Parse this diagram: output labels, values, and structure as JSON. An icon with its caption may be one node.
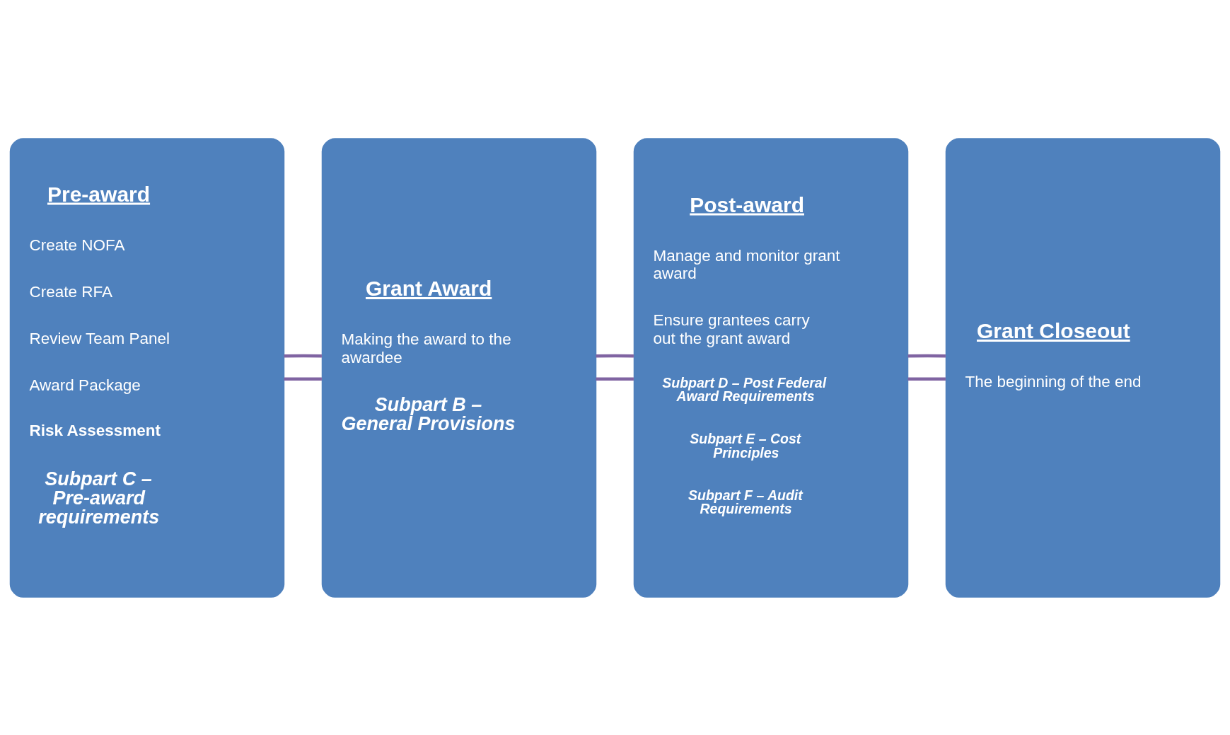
{
  "diagram": {
    "nodes": [
      {
        "text": [
          "Pre-award",
          "Create NOFA",
          "Create RFA",
          "Review Team Panel",
          "Award Package",
          "Risk Assessment",
          "Subpart C – Pre-award requirements"
        ]
      },
      {
        "text": [
          "Grant Award",
          "Making the award to the awardee",
          "Subpart B – General Provisions"
        ]
      },
      {
        "text": [
          "Post-award",
          "Manage and monitor grant award",
          "Ensure grantees carry out the grant award",
          "Subpart D – Post Federal Award Requirements",
          "Subpart E – Cost Principles",
          "Subpart F – Audit Requirements"
        ]
      },
      {
        "text": [
          "Grant Closeout",
          "The beginning of the end"
        ]
      }
    ],
    "edges": [
      {
        "from": 0,
        "to": 1,
        "arrow": "none"
      },
      {
        "from": 0,
        "to": 1,
        "arrow": "none"
      },
      {
        "from": 1,
        "to": 2,
        "arrow": "none"
      },
      {
        "from": 1,
        "to": 2,
        "arrow": "none"
      },
      {
        "from": 2,
        "to": 3,
        "arrow": "none"
      },
      {
        "from": 2,
        "to": 3,
        "arrow": "none"
      }
    ]
  }
}
